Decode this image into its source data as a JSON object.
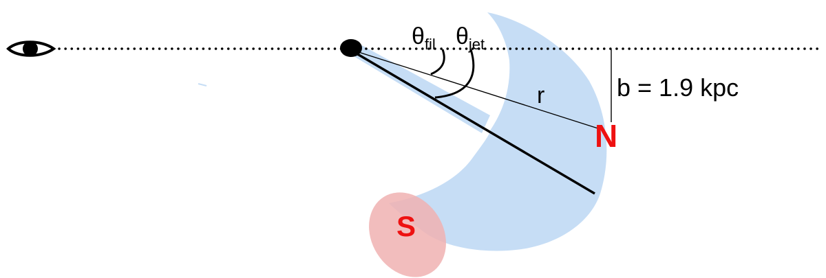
{
  "diagram": {
    "labels": {
      "theta_fil_symbol": "θ",
      "theta_fil_sub": "fil",
      "theta_jet_symbol": "θ",
      "theta_jet_sub": "jet",
      "r": "r",
      "b": "b = 1.9 kpc",
      "north": "N",
      "south": "S"
    },
    "colors": {
      "crescent_fill": "#c6ddf5",
      "south_blob_fill": "#f0b2b2",
      "north_label": "#ee1111",
      "south_label": "#ee1111",
      "line": "#000000"
    }
  }
}
